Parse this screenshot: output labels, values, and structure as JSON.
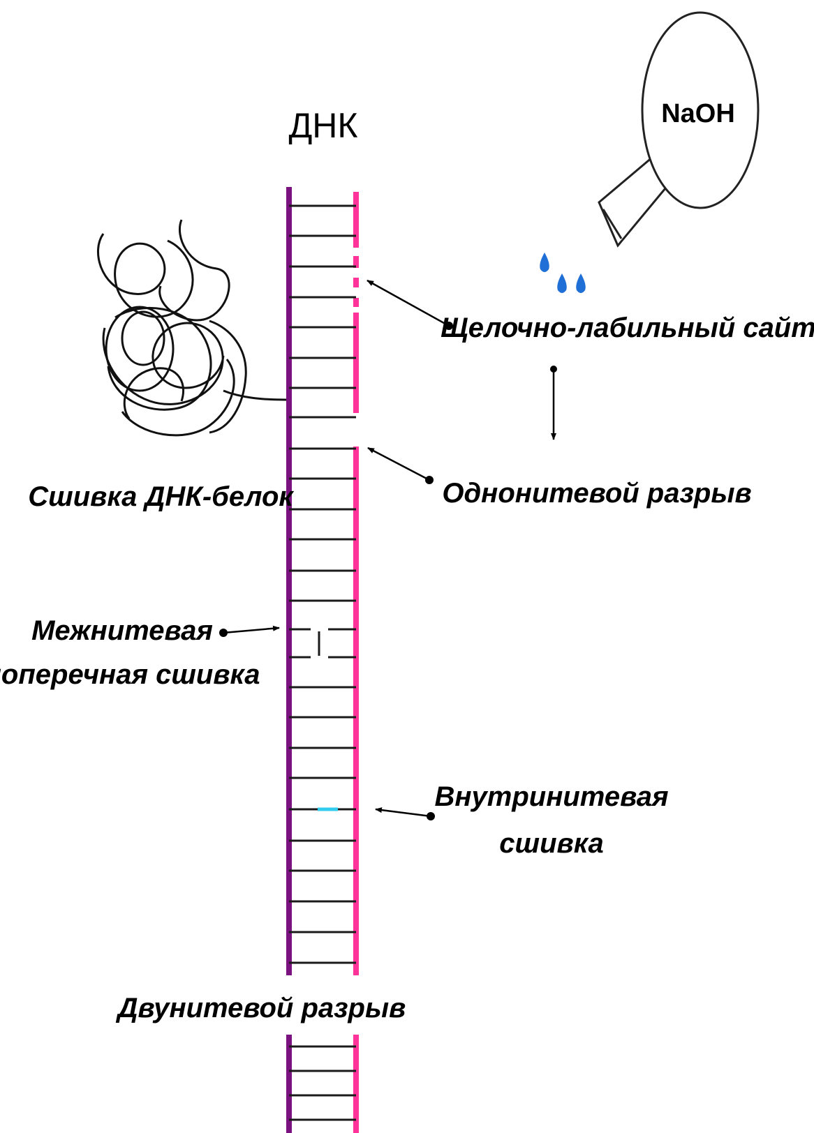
{
  "labels": {
    "dna": "ДНК",
    "naoh": "NaOH",
    "alkali_labile_site": "Щелочно-лабильный сайт",
    "single_strand_break": "Однонитевой разрыв",
    "dna_protein_crosslink": "Сшивка ДНК-белок",
    "interstrand_crosslink_line1": "Межнитевая",
    "interstrand_crosslink_line2": "поперечная сшивка",
    "intrastrand_crosslink_line1": "Внутринитевая",
    "intrastrand_crosslink_line2": "сшивка",
    "double_strand_break": "Двунитевой разрыв"
  },
  "colors": {
    "strand_left": "#7a1380",
    "strand_right": "#ff3399",
    "rungs": "#1a1a1a",
    "intrastrand_mark": "#33ccee",
    "drops": "#1f6fd6",
    "arrows": "#000000"
  },
  "icons": [
    "naoh-flask-icon",
    "water-drops-icon",
    "protein-coil-icon"
  ]
}
